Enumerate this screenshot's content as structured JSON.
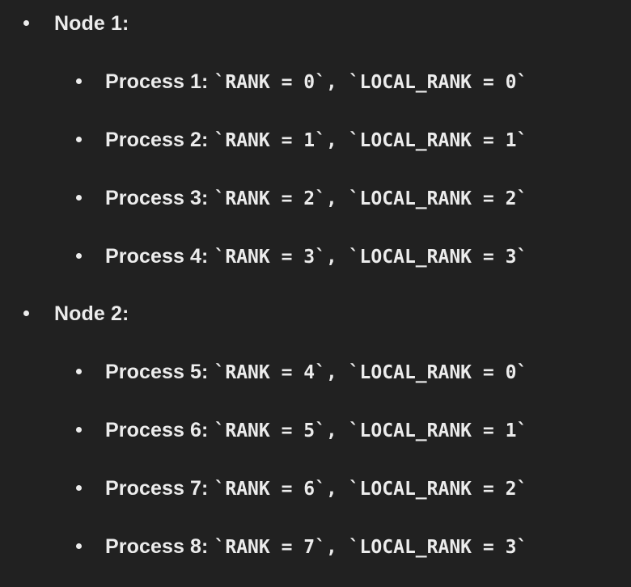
{
  "document": {
    "background_color": "#212121",
    "text_color": "#ececec",
    "nodes": [
      {
        "label": "Node 1:",
        "processes": [
          {
            "prose": "Process 1: ",
            "code_rank": "`RANK = 0`",
            "separator": ", ",
            "code_local_rank": "`LOCAL_RANK = 0`"
          },
          {
            "prose": "Process 2: ",
            "code_rank": "`RANK = 1`",
            "separator": ", ",
            "code_local_rank": "`LOCAL_RANK = 1`"
          },
          {
            "prose": "Process 3: ",
            "code_rank": "`RANK = 2`",
            "separator": ", ",
            "code_local_rank": "`LOCAL_RANK = 2`"
          },
          {
            "prose": "Process 4: ",
            "code_rank": "`RANK = 3`",
            "separator": ", ",
            "code_local_rank": "`LOCAL_RANK = 3`"
          }
        ]
      },
      {
        "label": "Node 2:",
        "processes": [
          {
            "prose": "Process 5: ",
            "code_rank": "`RANK = 4`",
            "separator": ", ",
            "code_local_rank": "`LOCAL_RANK = 0`"
          },
          {
            "prose": "Process 6: ",
            "code_rank": "`RANK = 5`",
            "separator": ", ",
            "code_local_rank": "`LOCAL_RANK = 1`"
          },
          {
            "prose": "Process 7: ",
            "code_rank": "`RANK = 6`",
            "separator": ", ",
            "code_local_rank": "`LOCAL_RANK = 2`"
          },
          {
            "prose": "Process 8: ",
            "code_rank": "`RANK = 7`",
            "separator": ", ",
            "code_local_rank": "`LOCAL_RANK = 3`"
          }
        ]
      }
    ]
  }
}
